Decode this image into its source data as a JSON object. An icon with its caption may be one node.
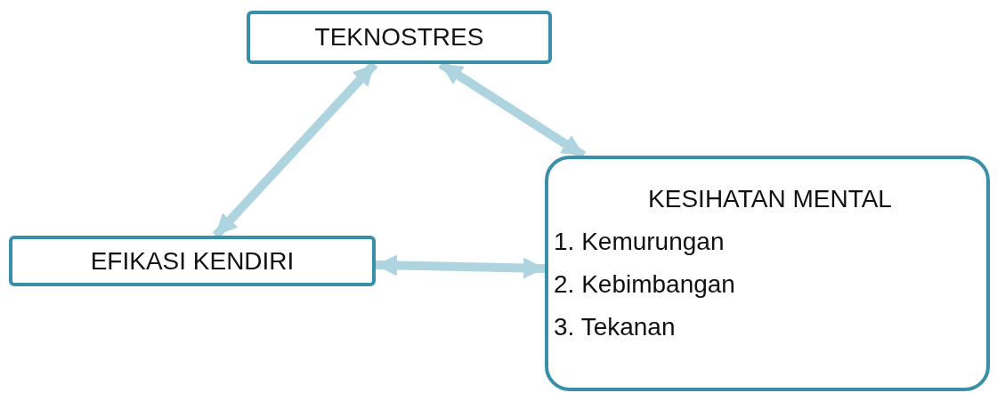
{
  "diagram": {
    "nodes": [
      {
        "text": [
          "TEKNOSTRES"
        ]
      },
      {
        "text": [
          "EFIKASI KENDIRI"
        ]
      },
      {
        "text": [
          "KESIHATAN MENTAL",
          "1. Kemurungan",
          "2. Kebimbangan",
          "3. Tekanan"
        ]
      }
    ],
    "edges": [
      {
        "from": 0,
        "to": 2,
        "arrow": "both"
      },
      {
        "from": 0,
        "to": 1,
        "arrow": "both"
      },
      {
        "from": 1,
        "to": 2,
        "arrow": "both"
      }
    ]
  }
}
